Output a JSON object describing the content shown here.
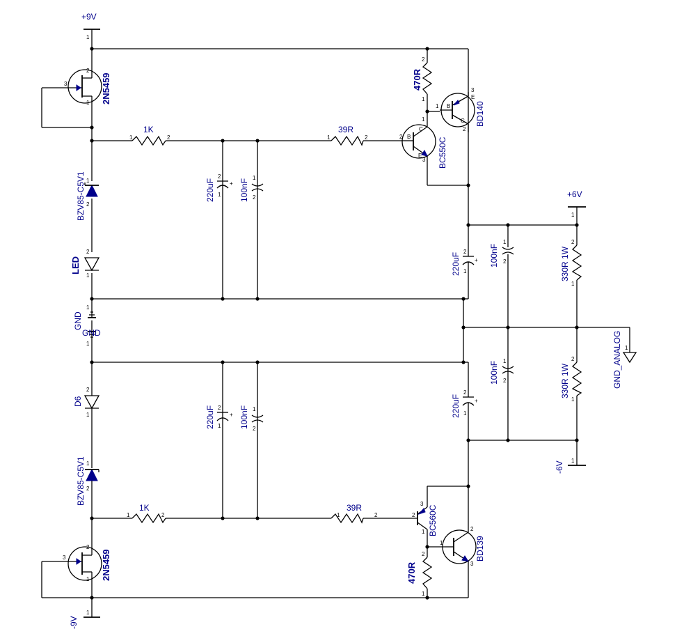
{
  "rails": {
    "pos9": "+9V",
    "neg9": "-9V",
    "pos6": "+6V",
    "neg6": "-6V",
    "gnd": "GND",
    "gnd2": "GND",
    "gnd_analog": "GND_ANALOG"
  },
  "top": {
    "jfet": "2N5459",
    "zener": "BZV85-C5V1",
    "led": "LED",
    "r1": "1K",
    "r2": "39R",
    "r3": "470R",
    "c1": "220uF",
    "c2": "100nF",
    "q1": "BC550C",
    "q2": "BD140"
  },
  "bottom": {
    "jfet": "2N5459",
    "zener": "BZV85-C5V1",
    "diode": "D6",
    "r1": "1K",
    "r2": "39R",
    "r3": "470R",
    "c1": "220uF",
    "c2": "100nF",
    "q1": "BC560C",
    "q2": "BD139"
  },
  "output": {
    "c_top_elec": "220uF",
    "c_top_film": "100nF",
    "r_top": "330R 1W",
    "c_bot_elec": "220uF",
    "c_bot_film": "100nF",
    "r_bot": "330R 1W"
  },
  "pins": {
    "p1": "1",
    "p2": "2",
    "p3": "3",
    "b": "B",
    "c": "C",
    "e": "E",
    "plus": "+"
  }
}
